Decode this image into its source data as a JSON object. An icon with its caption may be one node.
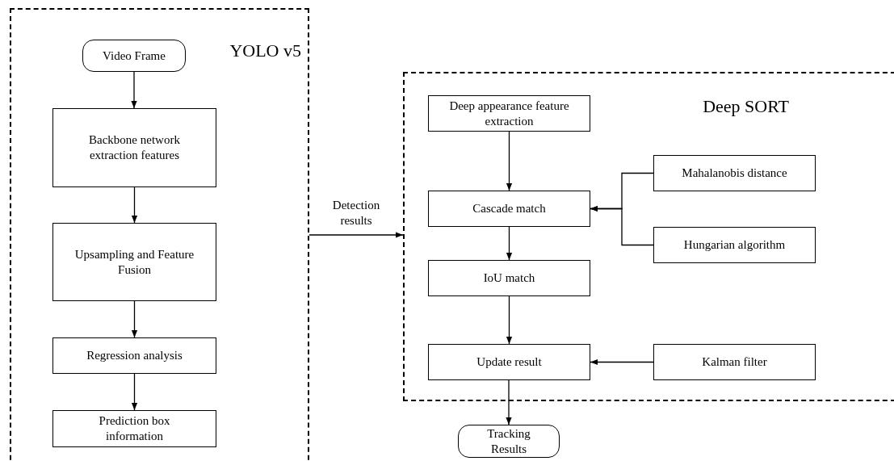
{
  "diagram": {
    "nodes": [
      {
        "text": [
          "YOLO v5"
        ]
      },
      {
        "text": [
          "Video Frame"
        ],
        "in": 0
      },
      {
        "text": [
          "Backbone network extraction features"
        ],
        "in": 0
      },
      {
        "text": [
          "Upsampling and Feature Fusion"
        ],
        "in": 0
      },
      {
        "text": [
          "Regression analysis"
        ],
        "in": 0
      },
      {
        "text": [
          "Prediction box information"
        ],
        "in": 0
      },
      {
        "text": [
          "Deep SORT"
        ]
      },
      {
        "text": [
          "Deep appearance feature extraction"
        ],
        "in": 6
      },
      {
        "text": [
          "Mahalanobis distance"
        ],
        "in": 6
      },
      {
        "text": [
          "Cascade match"
        ],
        "in": 6
      },
      {
        "text": [
          "Hungarian algorithm"
        ],
        "in": 6
      },
      {
        "text": [
          "IoU match"
        ],
        "in": 6
      },
      {
        "text": [
          "Update result"
        ],
        "in": 6
      },
      {
        "text": [
          "Kalman filter"
        ],
        "in": 6
      },
      {
        "text": [
          "Tracking Results"
        ]
      }
    ],
    "edges": [
      {
        "from": 1,
        "to": 2,
        "arrow": "to"
      },
      {
        "from": 2,
        "to": 3,
        "arrow": "to"
      },
      {
        "from": 3,
        "to": 4,
        "arrow": "to"
      },
      {
        "from": 4,
        "to": 5,
        "arrow": "to"
      },
      {
        "from": 0,
        "to": 6,
        "label": "Detection results",
        "arrow": "to"
      },
      {
        "from": 7,
        "to": 9,
        "arrow": "to"
      },
      {
        "from": 8,
        "to": 9,
        "arrow": "to"
      },
      {
        "from": 10,
        "to": 9,
        "arrow": "to"
      },
      {
        "from": 9,
        "to": 11,
        "arrow": "to"
      },
      {
        "from": 11,
        "to": 12,
        "arrow": "to"
      },
      {
        "from": 13,
        "to": 12,
        "arrow": "to"
      },
      {
        "from": 12,
        "to": 14,
        "arrow": "to"
      }
    ]
  }
}
